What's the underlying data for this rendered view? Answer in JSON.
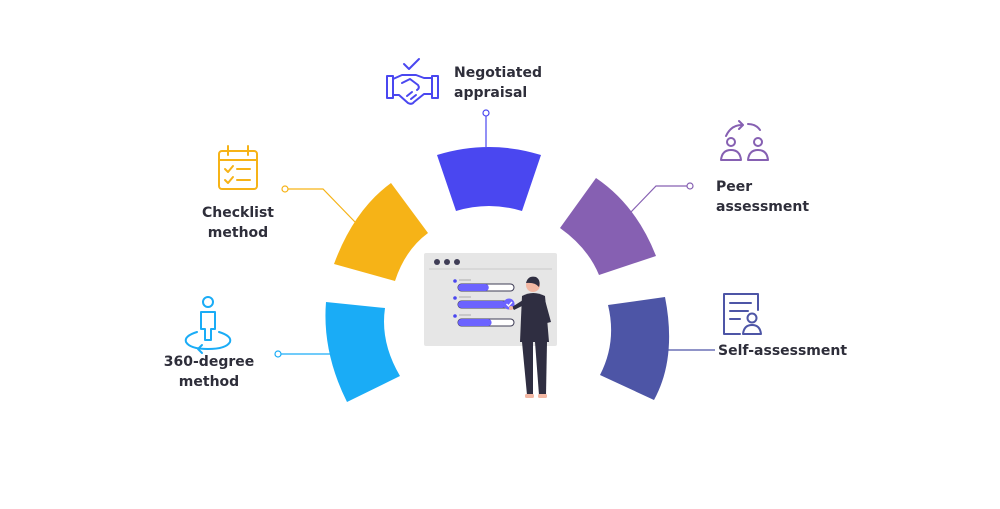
{
  "colors": {
    "negotiated": "#4a47f0",
    "checklist": "#f6b317",
    "peer": "#8660b2",
    "self": "#4d55a6",
    "degree360": "#1aacf6",
    "connector_blue": "#4a47f0",
    "connector_yellow": "#f6b317",
    "connector_purple": "#8660b2",
    "connector_indigo": "#4d55a6",
    "connector_cyan": "#1aacf6",
    "label_text": "#2e2e3a",
    "person_dark": "#2f2e41",
    "skin": "#f2b7a3"
  },
  "methods": {
    "negotiated": {
      "line1": "Negotiated",
      "line2": "appraisal",
      "icon": "handshake-icon"
    },
    "checklist": {
      "line1": "Checklist",
      "line2": "method",
      "icon": "checklist-icon"
    },
    "peer": {
      "line1": "Peer",
      "line2": "assessment",
      "icon": "peer-exchange-icon"
    },
    "self": {
      "line1": "Self-assessment",
      "icon": "self-assessment-document-icon"
    },
    "degree360": {
      "line1": "360-degree",
      "line2": "method",
      "icon": "person-360-icon"
    }
  },
  "illustration": {
    "description_icon": "person-viewing-progress-board-illustration",
    "progress_levels": [
      0.55,
      0.85,
      0.6
    ]
  }
}
